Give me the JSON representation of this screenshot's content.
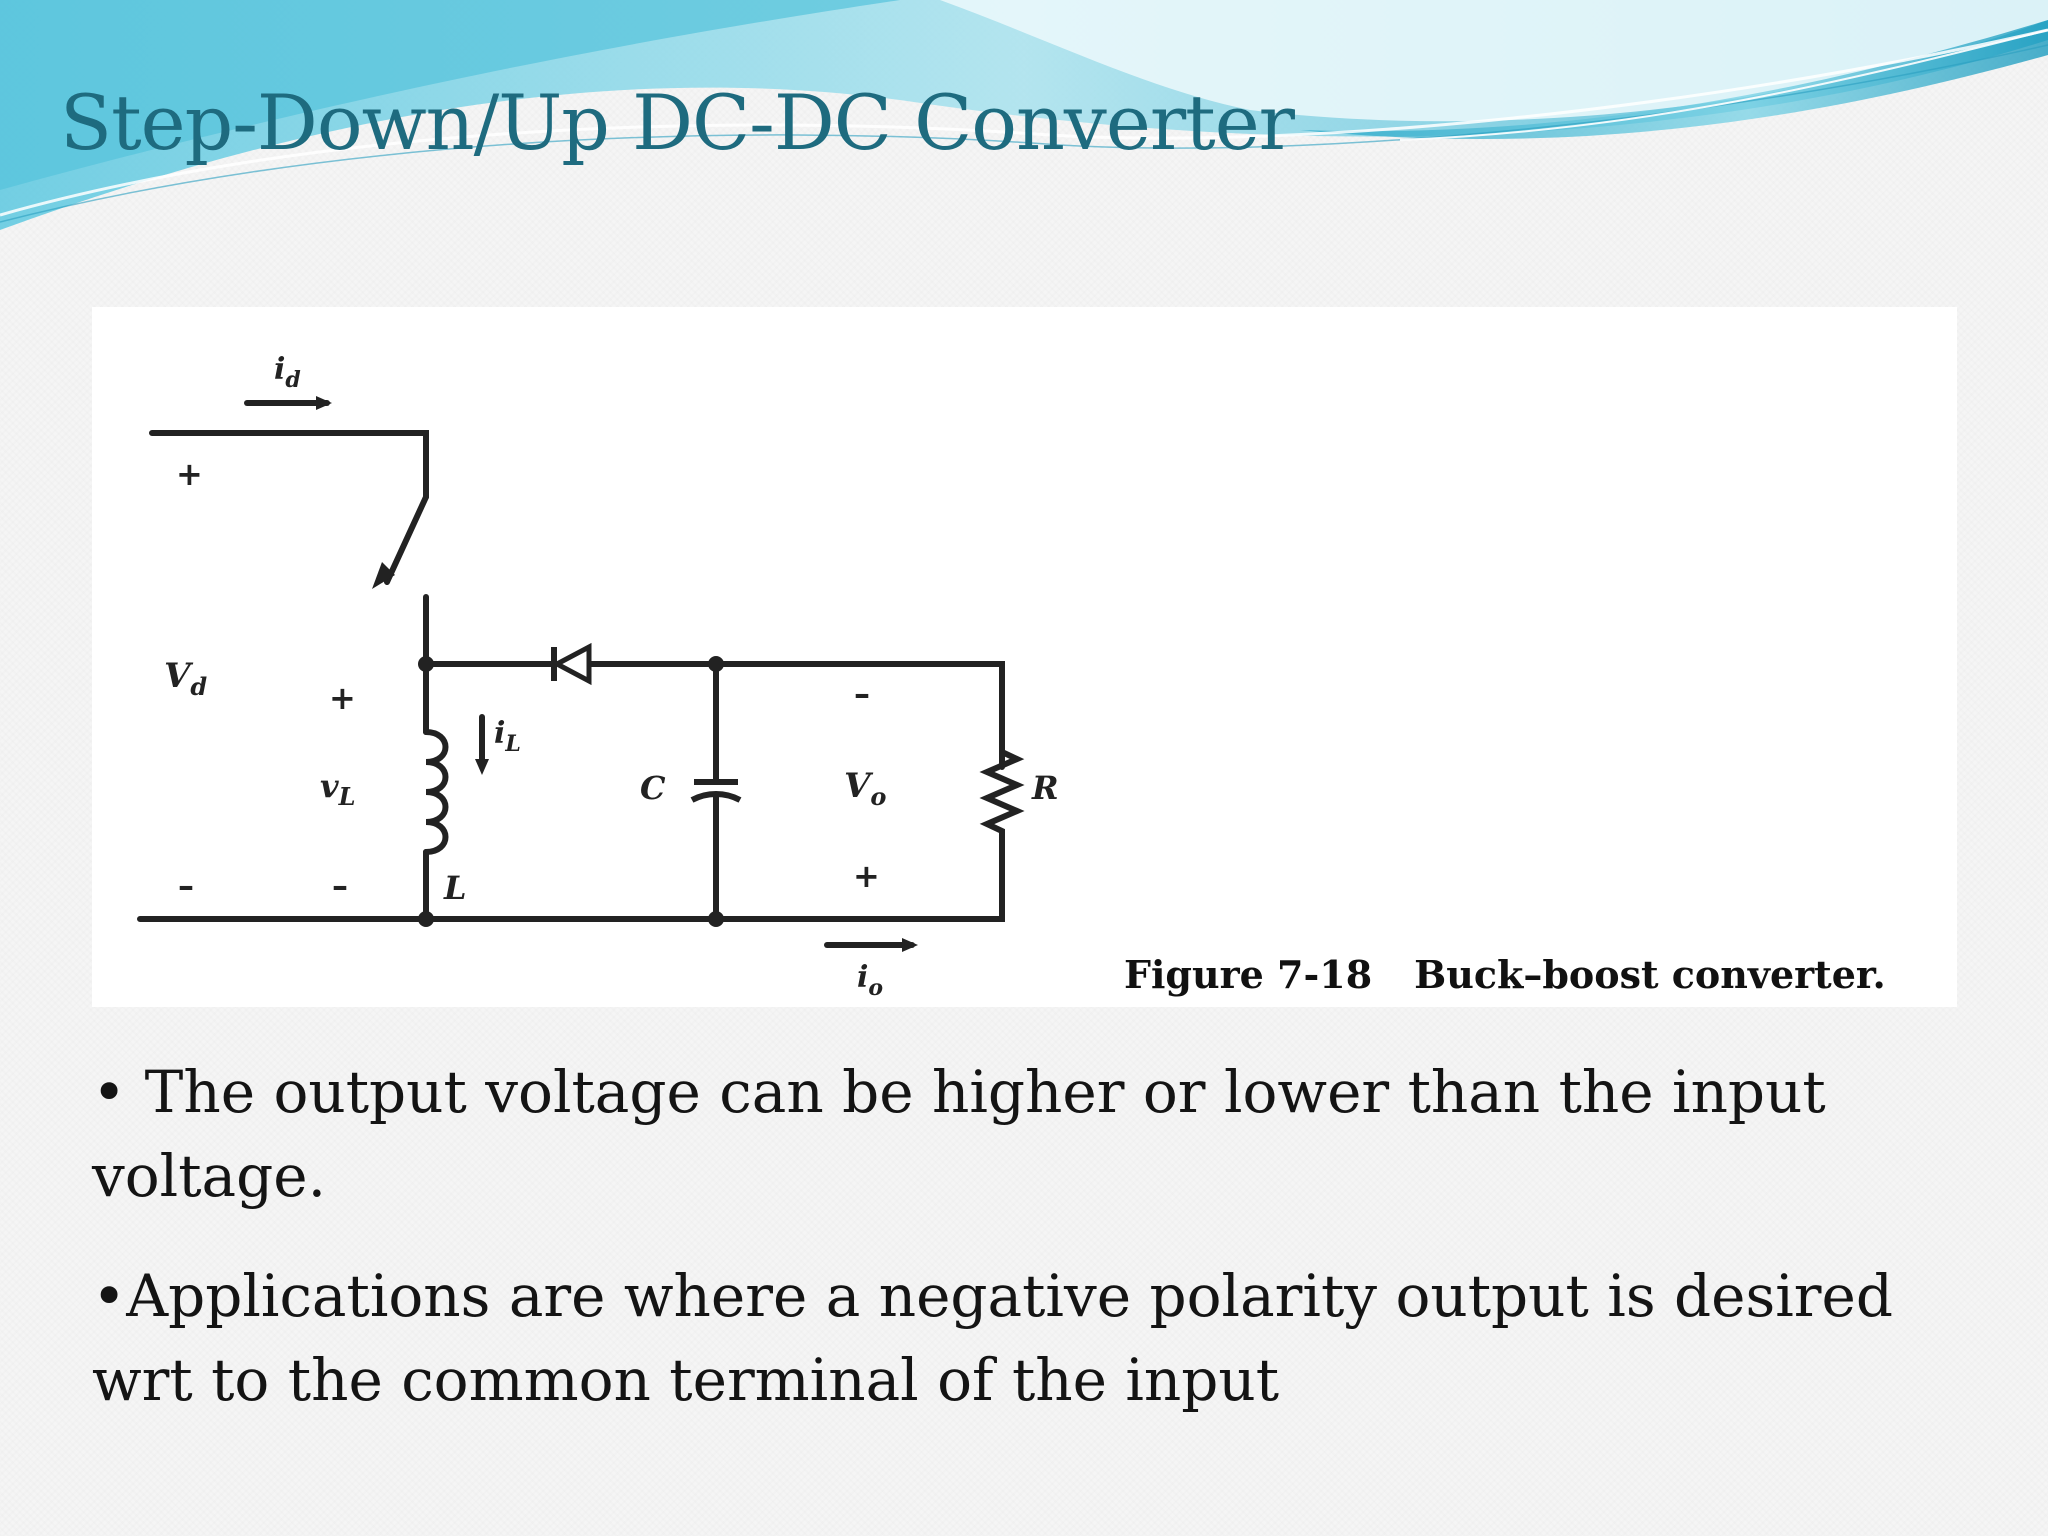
{
  "slide": {
    "title": "Step-Down/Up DC-DC Converter"
  },
  "figure": {
    "caption_number": "Figure 7-18",
    "caption_text": "Buck–boost converter.",
    "labels": {
      "id": "i",
      "id_sub": "d",
      "vd": "V",
      "vd_sub": "d",
      "vl": "v",
      "vl_sub": "L",
      "il": "i",
      "il_sub": "L",
      "l": "L",
      "c": "C",
      "vo": "V",
      "vo_sub": "o",
      "r": "R",
      "io": "i",
      "io_sub": "o",
      "plus": "+",
      "minus": "–"
    }
  },
  "bullets": [
    "• The output voltage can be higher or lower than the input voltage.",
    "•Applications are where a negative polarity output is desired wrt to the common terminal of the input"
  ],
  "colors": {
    "title": "#1e6b7f",
    "wave_light": "#bfe9f2",
    "wave_mid": "#6fcfe2",
    "wave_dark": "#2aa8c8"
  }
}
